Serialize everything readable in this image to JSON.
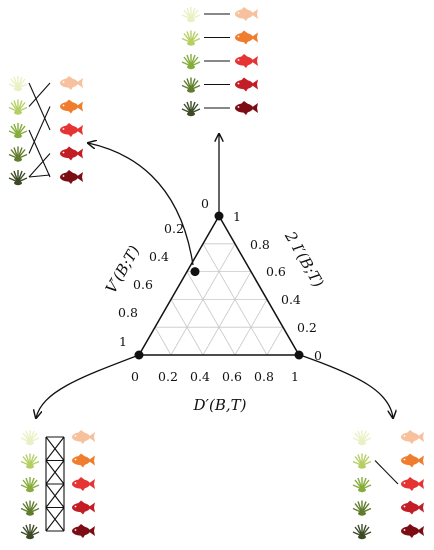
{
  "ternary": {
    "corner_labels": {
      "top_left": "0",
      "top_right": "1",
      "left_top": "1",
      "left_bottom": "0",
      "right_bottom_left": "1",
      "right_bottom_right": "0"
    },
    "left_ticks": [
      "0.2",
      "0.4",
      "0.6",
      "0.8"
    ],
    "right_ticks": [
      "0.8",
      "0.6",
      "0.4",
      "0.2"
    ],
    "bottom_ticks": [
      "0.2",
      "0.4",
      "0.6",
      "0.8"
    ],
    "left_axis_label": "V′(B;T)",
    "right_axis_label": "2 I′(B;T)",
    "bottom_axis_label": "D′(B,T)",
    "highlight_point": {
      "d": 0.0,
      "v": 0.4,
      "i": 0.6
    }
  },
  "colors": {
    "plant_shades": [
      "#e9f1c4",
      "#b5cf63",
      "#86ad3b",
      "#617c2c",
      "#3d4a26"
    ],
    "fish_shades": [
      "#f7c19d",
      "#f07d2d",
      "#e63434",
      "#c31e26",
      "#7c0d14"
    ],
    "line": "#111111",
    "grid": "#c8c8c8"
  },
  "panels": [
    {
      "id": "top",
      "pairing": [
        0,
        1,
        2,
        3,
        4
      ],
      "style": "one-to-one"
    },
    {
      "id": "left",
      "pairing": [
        2,
        0,
        4,
        1,
        3
      ],
      "style": "scrambled"
    },
    {
      "id": "bottom-left",
      "pairing": [],
      "style": "all-to-all"
    },
    {
      "id": "bottom-right",
      "pairing": [
        null,
        2,
        null,
        null,
        null
      ],
      "style": "sparse"
    }
  ]
}
